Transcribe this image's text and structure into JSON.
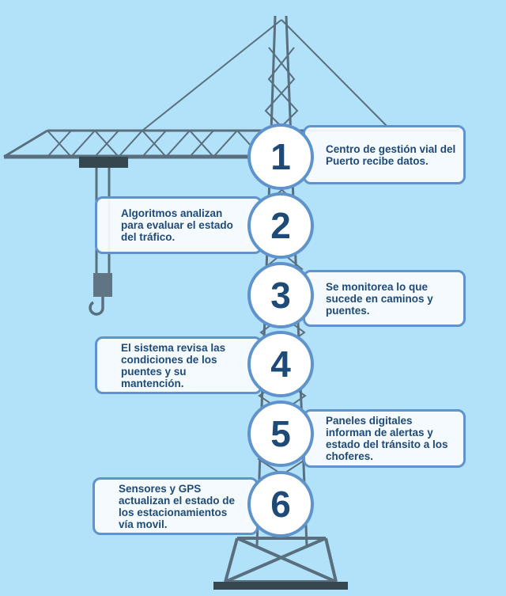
{
  "steps": [
    {
      "number": "1",
      "text": "Centro de gestión vial del Puerto recibe datos."
    },
    {
      "number": "2",
      "text": "Algoritmos analizan para  evaluar el estado del tráfico."
    },
    {
      "number": "3",
      "text": "Se monitorea lo que sucede en caminos y puentes."
    },
    {
      "number": "4",
      "text": "El sistema revisa las condiciones de los puentes y su mantención."
    },
    {
      "number": "5",
      "text": "Paneles digitales informan de alertas y estado del tránsito a los choferes."
    },
    {
      "number": "6",
      "text": "Sensores y GPS actualizan el estado de los estacionamientos vía movil."
    }
  ],
  "colors": {
    "background": "#b2e1fa",
    "accent": "#5f93cb",
    "text": "#1e4a77",
    "crane": "#5a6f7e"
  }
}
